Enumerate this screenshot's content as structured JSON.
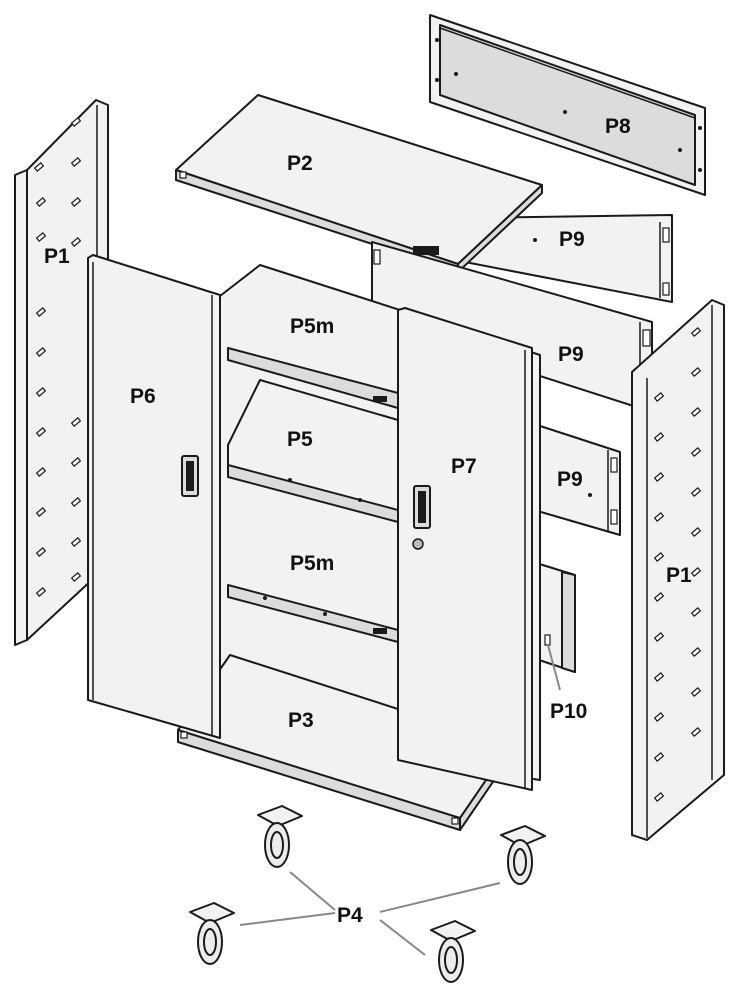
{
  "labels": {
    "p1_left": "P1",
    "p1_right": "P1",
    "p2": "P2",
    "p3": "P3",
    "p4": "P4",
    "p5": "P5",
    "p5m_top": "P5m",
    "p5m_bottom": "P5m",
    "p6": "P6",
    "p7": "P7",
    "p8": "P8",
    "p9_top": "P9",
    "p9_middle": "P9",
    "p9_bottom": "P9",
    "p10": "P10"
  }
}
